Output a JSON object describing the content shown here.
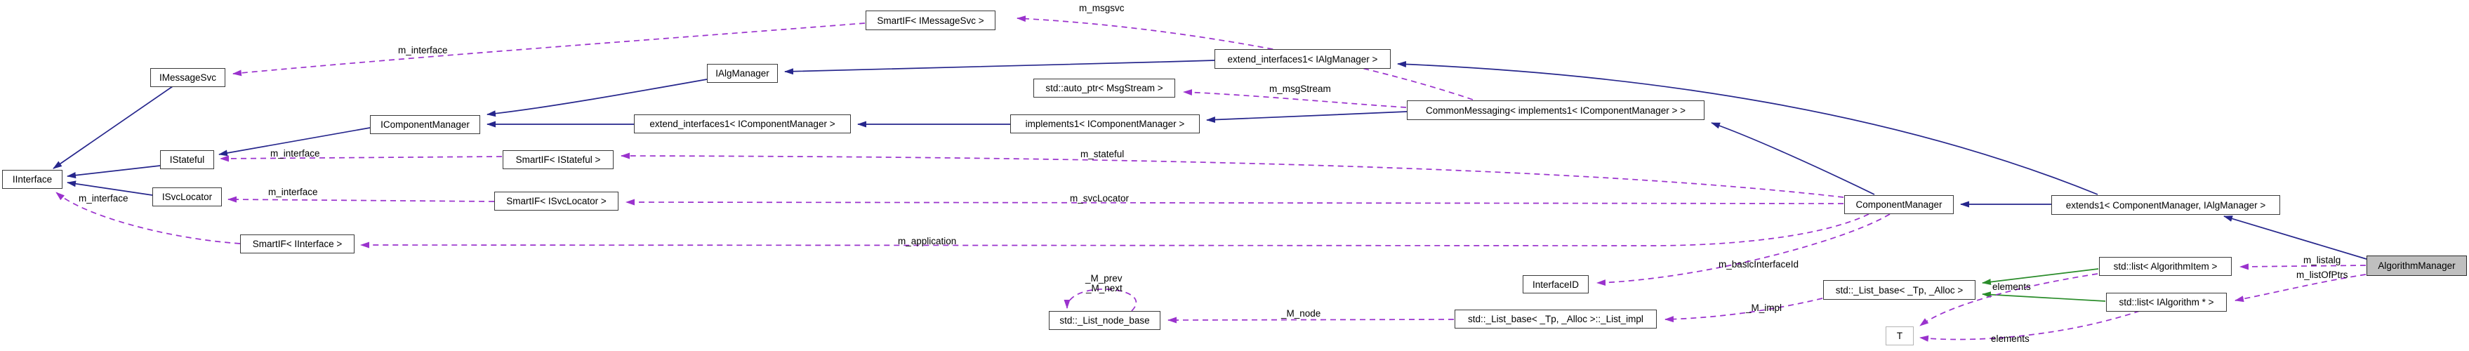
{
  "diagram": {
    "kind": "collaboration-diagram",
    "main_class": "AlgorithmManager"
  },
  "colors": {
    "inheritance_edge": "#26268c",
    "protected_inheritance_edge": "#2a8c2a",
    "usage_edge": "#9a32cd",
    "highlight_fill": "#bfbfbf",
    "node_border": "#3a3a3a",
    "template_node_border": "#b4b4b4"
  },
  "nodes": {
    "iinterface": "IInterface",
    "imessagesvc": "IMessageSvc",
    "istateful": "IStateful",
    "isvclocator": "ISvcLocator",
    "smartif_iinterface": "SmartIF< IInterface >",
    "smartif_istateful": "SmartIF< IStateful >",
    "smartif_isvclocator": "SmartIF< ISvcLocator >",
    "smartif_imsgsvc": "SmartIF< IMessageSvc >",
    "icomponentmanager": "IComponentManager",
    "extif1_icm": "extend_interfaces1< IComponentManager >",
    "impl1_icm": "implements1< IComponentManager >",
    "ialgmanager": "IAlgManager",
    "extif1_iam": "extend_interfaces1< IAlgManager >",
    "autoptr_msgstream": "std::auto_ptr< MsgStream >",
    "commonmessaging": "CommonMessaging< implements1< IComponentManager > >",
    "componentmanager": "ComponentManager",
    "extends1": "extends1< ComponentManager, IAlgManager >",
    "algorithmmanager": "AlgorithmManager",
    "list_algitem": "std::list< AlgorithmItem >",
    "list_ialg": "std::list< IAlgorithm * >",
    "list_base": "std::_List_base< _Tp, _Alloc >",
    "list_impl": "std::_List_base< _Tp, _Alloc >::_List_impl",
    "list_node_base": "std::_List_node_base",
    "interfaceid": "InterfaceID",
    "t": "T"
  },
  "edge_labels": {
    "m_interface": "m_interface",
    "m_msgsvc": "m_msgsvc",
    "m_msgstream": "m_msgStream",
    "m_stateful": "m_stateful",
    "m_svclocator": "m_svcLocator",
    "m_application": "m_application",
    "m_basicinterfaceid": "m_basicInterfaceId",
    "m_listalg": "m_listalg",
    "m_listofptrs": "m_listOfPtrs",
    "m_prev": "_M_prev",
    "m_next": "_M_next",
    "m_node": "_M_node",
    "m_impl": "_M_impl",
    "elements": "elements"
  }
}
